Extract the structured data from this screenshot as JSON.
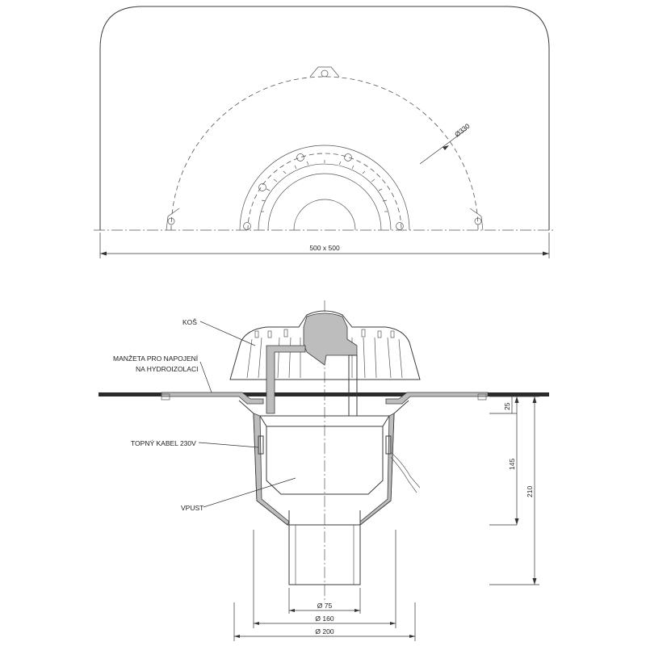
{
  "plan_view": {
    "overall_size": "500 x 500",
    "flange_diameter": "Ø330"
  },
  "section_view": {
    "callouts": {
      "kos": "KOŠ",
      "manzeta_line1": "MANŽETA PRO NAPOJENÍ",
      "manzeta_line2": "NA HYDROIZOLACI",
      "topny_kabel": "TOPNÝ KABEL 230V",
      "vpust": "VPUST"
    },
    "vertical_dimensions": {
      "d25": "25",
      "d145": "145",
      "d210": "210"
    },
    "diameters": {
      "d75": "Ø 75",
      "d160": "Ø 160",
      "d200": "Ø 200"
    }
  }
}
